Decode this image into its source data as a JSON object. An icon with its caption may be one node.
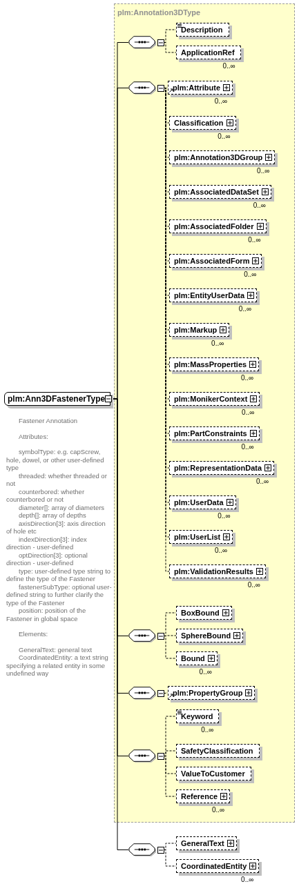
{
  "diagram": {
    "nodes": [
      {
        "text": [
          "plm:Ann3DFastenerType"
        ],
        "beside": [
          "Fastener Annotation",
          "Attributes:",
          "symbolType: e.g. capScrew, hole, dowel, or other user-defined type",
          "threaded: whether threaded or not",
          "counterbored: whether counterbored or not",
          "diameter[]: array of diameters",
          "depth[]: array of depths",
          "axisDirection[3]: axis direction of hole etc",
          "indexDirection[3]: index direction - user-defined",
          "optDirection[3]: optional direction - user-defined",
          "type: user-defined type string to define the type of the Fastener",
          "fastenerSubType: optional user-defined string to further clarify the type of the Fastener",
          "position: position of the Fastener in global space",
          "Elements:",
          "GeneralText: general text",
          "CoordinatedEntity: a text string specifying a related entity in some undefined way"
        ]
      },
      {
        "text": [
          "plm:Annotation3DType"
        ]
      },
      {
        "text": [],
        "shape": "octagon",
        "in": 1
      },
      {
        "text": [
          "Description"
        ],
        "in": 1
      },
      {
        "text": [
          "ApplicationRef"
        ],
        "in": 1,
        "beside": [
          "0..∞"
        ]
      },
      {
        "text": [],
        "shape": "octagon",
        "in": 1
      },
      {
        "text": [
          "plm:Attribute"
        ],
        "in": 1,
        "beside": [
          "0..∞"
        ]
      },
      {
        "text": [
          "Classification"
        ],
        "in": 1,
        "beside": [
          "0..∞"
        ]
      },
      {
        "text": [
          "plm:Annotation3DGroup"
        ],
        "in": 1,
        "beside": [
          "0..∞"
        ]
      },
      {
        "text": [
          "plm:AssociatedDataSet"
        ],
        "in": 1,
        "beside": [
          "0..∞"
        ]
      },
      {
        "text": [
          "plm:AssociatedFolder"
        ],
        "in": 1,
        "beside": [
          "0..∞"
        ]
      },
      {
        "text": [
          "plm:AssociatedForm"
        ],
        "in": 1,
        "beside": [
          "0..∞"
        ]
      },
      {
        "text": [
          "plm:EntityUserData"
        ],
        "in": 1,
        "beside": [
          "0..∞"
        ]
      },
      {
        "text": [
          "plm:Markup"
        ],
        "in": 1,
        "beside": [
          "0..∞"
        ]
      },
      {
        "text": [
          "plm:MassProperties"
        ],
        "in": 1,
        "beside": [
          "0..∞"
        ]
      },
      {
        "text": [
          "plm:MonikerContext"
        ],
        "in": 1,
        "beside": [
          "0..∞"
        ]
      },
      {
        "text": [
          "plm:PartConstraints"
        ],
        "in": 1,
        "beside": [
          "0..∞"
        ]
      },
      {
        "text": [
          "plm:RepresentationData"
        ],
        "in": 1,
        "beside": [
          "0..∞"
        ]
      },
      {
        "text": [
          "plm:UserData"
        ],
        "in": 1,
        "beside": [
          "0..∞"
        ]
      },
      {
        "text": [
          "plm:UserList"
        ],
        "in": 1,
        "beside": [
          "0..∞"
        ]
      },
      {
        "text": [
          "plm:ValidationResults"
        ],
        "in": 1,
        "beside": [
          "0..∞"
        ]
      },
      {
        "text": [],
        "shape": "octagon",
        "in": 1
      },
      {
        "text": [
          "BoxBound"
        ],
        "in": 1
      },
      {
        "text": [
          "SphereBound"
        ],
        "in": 1
      },
      {
        "text": [
          "Bound"
        ],
        "in": 1,
        "beside": [
          "0..∞"
        ]
      },
      {
        "text": [],
        "shape": "octagon",
        "in": 1
      },
      {
        "text": [
          "plm:PropertyGroup"
        ],
        "in": 1
      },
      {
        "text": [],
        "shape": "octagon",
        "in": 1
      },
      {
        "text": [
          "Keyword"
        ],
        "in": 1,
        "beside": [
          "0..∞"
        ]
      },
      {
        "text": [
          "SafetyClassification"
        ],
        "in": 1
      },
      {
        "text": [
          "ValueToCustomer"
        ],
        "in": 1
      },
      {
        "text": [
          "Reference"
        ],
        "in": 1,
        "beside": [
          "0..∞"
        ]
      },
      {
        "text": [],
        "shape": "octagon"
      },
      {
        "text": [
          "GeneralText"
        ]
      },
      {
        "text": [
          "CoordinatedEntity"
        ],
        "beside": [
          "0..∞"
        ]
      }
    ],
    "edges": [
      {
        "from": 0,
        "to": 2,
        "arrow": "none"
      },
      {
        "from": 0,
        "to": 5,
        "arrow": "none"
      },
      {
        "from": 0,
        "to": 21,
        "arrow": "none"
      },
      {
        "from": 0,
        "to": 25,
        "arrow": "none"
      },
      {
        "from": 0,
        "to": 27,
        "arrow": "none"
      },
      {
        "from": 0,
        "to": 32,
        "arrow": "none"
      },
      {
        "from": 2,
        "to": 3,
        "arrow": "none",
        "style": "dashed"
      },
      {
        "from": 2,
        "to": 4,
        "arrow": "none",
        "style": "dashed"
      },
      {
        "from": 5,
        "to": 6,
        "arrow": "none",
        "style": "dashed"
      },
      {
        "from": 5,
        "to": 7,
        "arrow": "none",
        "style": "dashed"
      },
      {
        "from": 5,
        "to": 8,
        "arrow": "none",
        "style": "dashed"
      },
      {
        "from": 5,
        "to": 9,
        "arrow": "none",
        "style": "dashed"
      },
      {
        "from": 5,
        "to": 10,
        "arrow": "none",
        "style": "dashed"
      },
      {
        "from": 5,
        "to": 11,
        "arrow": "none",
        "style": "dashed"
      },
      {
        "from": 5,
        "to": 12,
        "arrow": "none",
        "style": "dashed"
      },
      {
        "from": 5,
        "to": 13,
        "arrow": "none",
        "style": "dashed"
      },
      {
        "from": 5,
        "to": 14,
        "arrow": "none",
        "style": "dashed"
      },
      {
        "from": 5,
        "to": 15,
        "arrow": "none",
        "style": "dashed"
      },
      {
        "from": 5,
        "to": 16,
        "arrow": "none",
        "style": "dashed"
      },
      {
        "from": 5,
        "to": 17,
        "arrow": "none",
        "style": "dashed"
      },
      {
        "from": 5,
        "to": 18,
        "arrow": "none",
        "style": "dashed"
      },
      {
        "from": 5,
        "to": 19,
        "arrow": "none",
        "style": "dashed"
      },
      {
        "from": 5,
        "to": 20,
        "arrow": "none",
        "style": "dashed"
      },
      {
        "from": 21,
        "to": 22,
        "arrow": "none",
        "style": "dashed"
      },
      {
        "from": 21,
        "to": 23,
        "arrow": "none",
        "style": "dashed"
      },
      {
        "from": 21,
        "to": 24,
        "arrow": "none",
        "style": "dashed"
      },
      {
        "from": 25,
        "to": 26,
        "arrow": "none",
        "style": "dashed"
      },
      {
        "from": 27,
        "to": 28,
        "arrow": "none",
        "style": "dashed"
      },
      {
        "from": 27,
        "to": 29,
        "arrow": "none",
        "style": "dashed"
      },
      {
        "from": 27,
        "to": 30,
        "arrow": "none",
        "style": "dashed"
      },
      {
        "from": 27,
        "to": 31,
        "arrow": "none",
        "style": "dashed"
      },
      {
        "from": 32,
        "to": 33,
        "arrow": "none",
        "style": "dashed"
      },
      {
        "from": 32,
        "to": 34,
        "arrow": "none",
        "style": "dashed"
      }
    ]
  }
}
